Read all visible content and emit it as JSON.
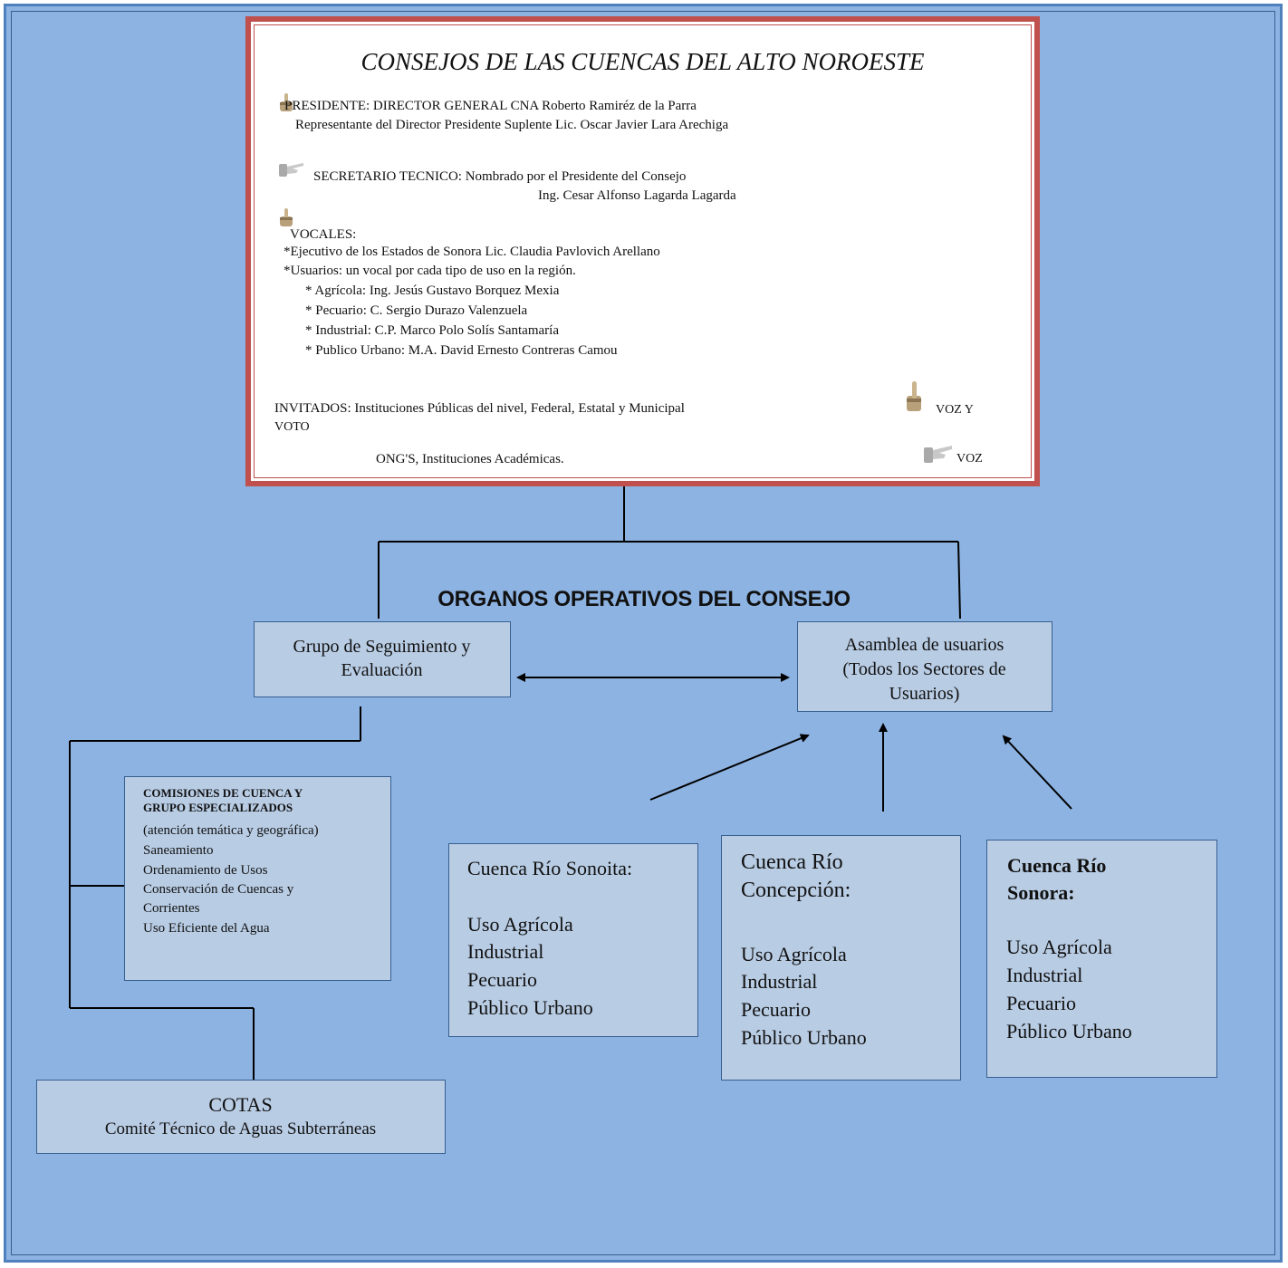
{
  "council": {
    "title": "CONSEJOS DE LAS CUENCAS DEL ALTO NOROESTE",
    "presidente_line1": "PRESIDENTE: DIRECTOR GENERAL CNA Roberto Ramiréz de la Parra",
    "presidente_line2": "Representante del Director Presidente Suplente Lic. Oscar Javier Lara Arechiga",
    "secretario_line1": "SECRETARIO TECNICO: Nombrado por el Presidente del Consejo",
    "secretario_line2": "Ing. Cesar Alfonso Lagarda Lagarda",
    "vocales_heading": "VOCALES:",
    "vocales_lines": [
      "*Ejecutivo de los Estados de Sonora    Lic. Claudia Pavlovich Arellano",
      "*Usuarios: un vocal por cada tipo de uso en la región.",
      "* Agrícola: Ing. Jesús Gustavo Borquez Mexia",
      "* Pecuario: C. Sergio Durazo Valenzuela",
      "* Industrial: C.P. Marco Polo Solís Santamaría",
      "* Publico Urbano:  M.A. David Ernesto Contreras Camou"
    ],
    "invitados_line1": "INVITADOS: Instituciones Públicas del nivel, Federal, Estatal y Municipal",
    "invitados_line2": "VOTO",
    "invitados_line3": "ONG'S, Instituciones Académicas.",
    "legend_voz_voto": "VOZ Y",
    "legend_voz": "VOZ"
  },
  "section_title": "ORGANOS OPERATIVOS DEL CONSEJO",
  "grupo_seguimiento": [
    "Grupo de Seguimiento y",
    "Evaluación"
  ],
  "asamblea": [
    "Asamblea de usuarios",
    "(Todos los Sectores de",
    "Usuarios)"
  ],
  "comisiones": {
    "heading": [
      "COMISIONES DE CUENCA Y",
      "GRUPO ESPECIALIZADOS"
    ],
    "lines": [
      "(atención temática y geográfica)",
      "Saneamiento",
      "Ordenamiento de Usos",
      "Conservación de Cuencas y",
      "Corrientes",
      "Uso Eficiente del Agua"
    ]
  },
  "cotas": {
    "title": "COTAS",
    "subtitle": "Comité Técnico de Aguas Subterráneas"
  },
  "cuenca_sonoita": {
    "title": "Cuenca Río Sonoita:",
    "uses": [
      "Uso Agrícola",
      "Industrial",
      "Pecuario",
      "Público Urbano"
    ]
  },
  "cuenca_concepcion": {
    "title": [
      "Cuenca Río",
      "Concepción:"
    ],
    "uses": [
      "Uso Agrícola",
      "Industrial",
      "Pecuario",
      "Público Urbano"
    ]
  },
  "cuenca_sonora": {
    "title": [
      "Cuenca Río",
      "Sonora:"
    ],
    "uses": [
      "Uso Agrícola",
      "Industrial",
      "Pecuario",
      "Público Urbano"
    ]
  },
  "colors": {
    "background": "#8db3e2",
    "page_border": "#4f81bd",
    "council_border": "#c0504d",
    "box_fill": "#b8cce4",
    "box_border": "#365f91"
  },
  "icons": {
    "voz_y_voto": "raised-hand-icon",
    "voz": "pointing-hand-icon"
  }
}
